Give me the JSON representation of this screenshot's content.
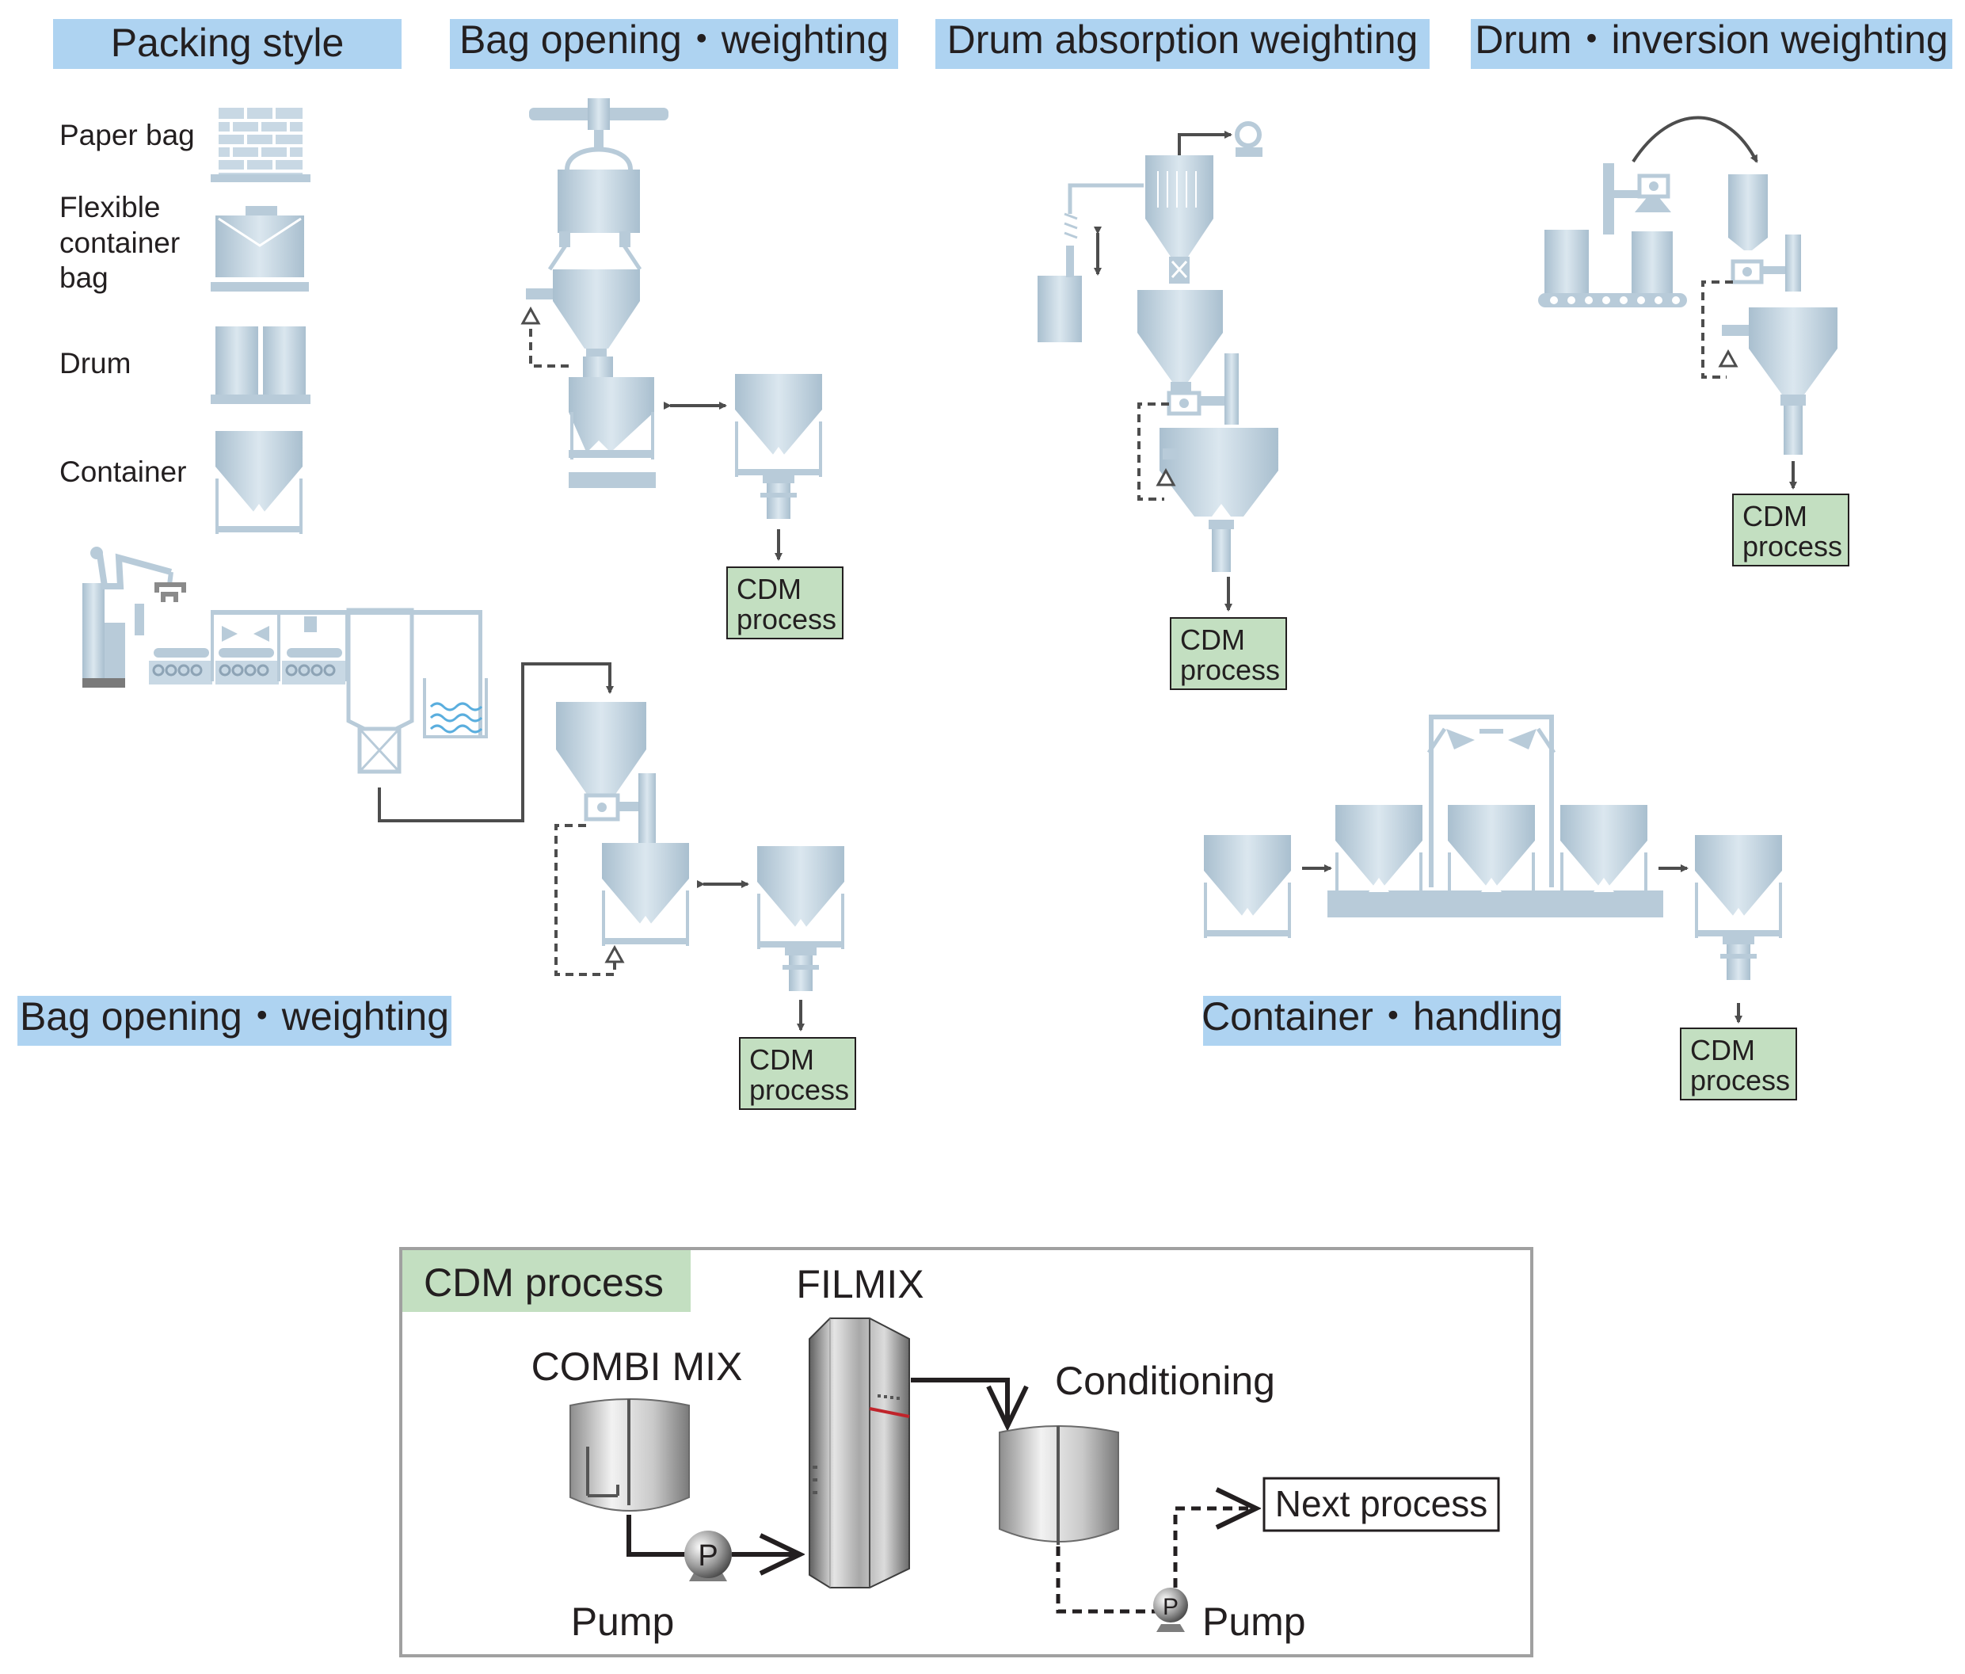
{
  "colors": {
    "header_bg": "#aed3f1",
    "cdm_bg": "#c3dfc1",
    "equipment": "#b9ccda",
    "line": "#4d4d4d"
  },
  "headers": {
    "packing_style": "Packing style",
    "bag_opening_top": "Bag opening・weighting",
    "drum_absorption": "Drum absorption weighting",
    "drum_inversion": "Drum・inversion weighting",
    "bag_opening_bottom": "Bag opening・weighting",
    "container_handling": "Container・handling"
  },
  "packing_styles": [
    {
      "label_lines": [
        "Paper bag"
      ],
      "icon": "paper-bag-stack-icon"
    },
    {
      "label_lines": [
        "Flexible",
        "container",
        "bag"
      ],
      "icon": "flexible-container-bag-icon"
    },
    {
      "label_lines": [
        "Drum"
      ],
      "icon": "drum-icon"
    },
    {
      "label_lines": [
        "Container"
      ],
      "icon": "container-hopper-icon"
    }
  ],
  "cdm_box": {
    "line1": "CDM",
    "line2": "process"
  },
  "cdm_section": {
    "title": "CDM process",
    "combi_mix": "COMBI MIX",
    "filmix": "FILMIX",
    "conditioning": "Conditioning",
    "next_process": "Next process",
    "pump_left": "Pump",
    "pump_right": "Pump",
    "pump_symbol": "P"
  }
}
